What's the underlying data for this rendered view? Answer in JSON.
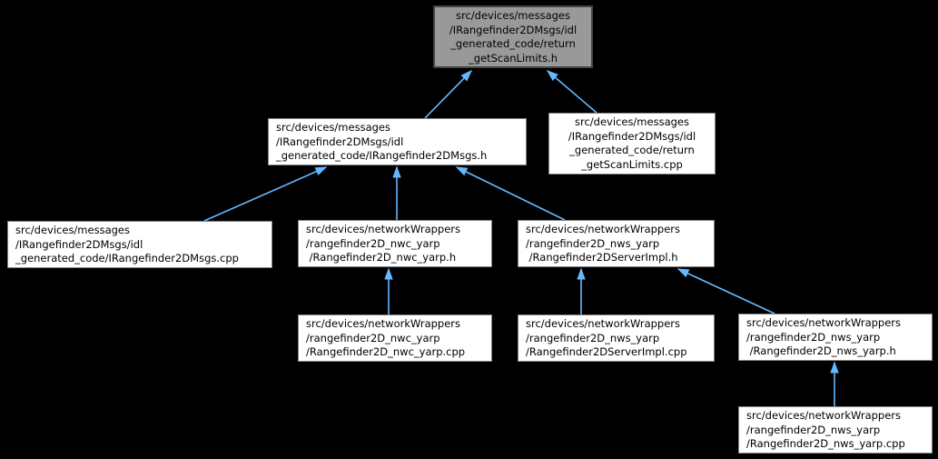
{
  "graph": {
    "background_color": "#000000",
    "edge_color": "#63b8ff",
    "node_fill": "#ffffff",
    "node_border": "#848484",
    "focus_node_fill": "#999999",
    "focus_node_border": "#444444",
    "nodes": {
      "return_getScanLimits_h": {
        "text": "src/devices/messages\n/IRangefinder2DMsgs/idl\n_generated_code/return\n_getScanLimits.h",
        "role": "focus-file"
      },
      "IRangefinder2DMsgs_h": {
        "text": "src/devices/messages\n/IRangefinder2DMsgs/idl\n_generated_code/IRangefinder2DMsgs.h",
        "role": "included-by"
      },
      "return_getScanLimits_cpp": {
        "text": "src/devices/messages\n/IRangefinder2DMsgs/idl\n_generated_code/return\n_getScanLimits.cpp",
        "role": "included-by"
      },
      "IRangefinder2DMsgs_cpp": {
        "text": "src/devices/messages\n/IRangefinder2DMsgs/idl\n_generated_code/IRangefinder2DMsgs.cpp",
        "role": "included-by"
      },
      "Rangefinder2D_nwc_yarp_h": {
        "text": "src/devices/networkWrappers\n/rangefinder2D_nwc_yarp\n /Rangefinder2D_nwc_yarp.h",
        "role": "included-by"
      },
      "Rangefinder2DServerImpl_h": {
        "text": "src/devices/networkWrappers\n/rangefinder2D_nws_yarp\n /Rangefinder2DServerImpl.h",
        "role": "included-by"
      },
      "Rangefinder2D_nwc_yarp_cpp": {
        "text": "src/devices/networkWrappers\n/rangefinder2D_nwc_yarp\n/Rangefinder2D_nwc_yarp.cpp",
        "role": "included-by"
      },
      "Rangefinder2DServerImpl_cpp": {
        "text": "src/devices/networkWrappers\n/rangefinder2D_nws_yarp\n/Rangefinder2DServerImpl.cpp",
        "role": "included-by"
      },
      "Rangefinder2D_nws_yarp_h": {
        "text": "src/devices/networkWrappers\n/rangefinder2D_nws_yarp\n /Rangefinder2D_nws_yarp.h",
        "role": "included-by"
      },
      "Rangefinder2D_nws_yarp_cpp": {
        "text": "src/devices/networkWrappers\n/rangefinder2D_nws_yarp\n/Rangefinder2D_nws_yarp.cpp",
        "role": "included-by"
      }
    },
    "edges": [
      {
        "from": "IRangefinder2DMsgs_h",
        "to": "return_getScanLimits_h"
      },
      {
        "from": "return_getScanLimits_cpp",
        "to": "return_getScanLimits_h"
      },
      {
        "from": "IRangefinder2DMsgs_cpp",
        "to": "IRangefinder2DMsgs_h"
      },
      {
        "from": "Rangefinder2D_nwc_yarp_h",
        "to": "IRangefinder2DMsgs_h"
      },
      {
        "from": "Rangefinder2DServerImpl_h",
        "to": "IRangefinder2DMsgs_h"
      },
      {
        "from": "Rangefinder2D_nwc_yarp_cpp",
        "to": "Rangefinder2D_nwc_yarp_h"
      },
      {
        "from": "Rangefinder2DServerImpl_cpp",
        "to": "Rangefinder2DServerImpl_h"
      },
      {
        "from": "Rangefinder2D_nws_yarp_h",
        "to": "Rangefinder2DServerImpl_h"
      },
      {
        "from": "Rangefinder2D_nws_yarp_cpp",
        "to": "Rangefinder2D_nws_yarp_h"
      }
    ]
  }
}
